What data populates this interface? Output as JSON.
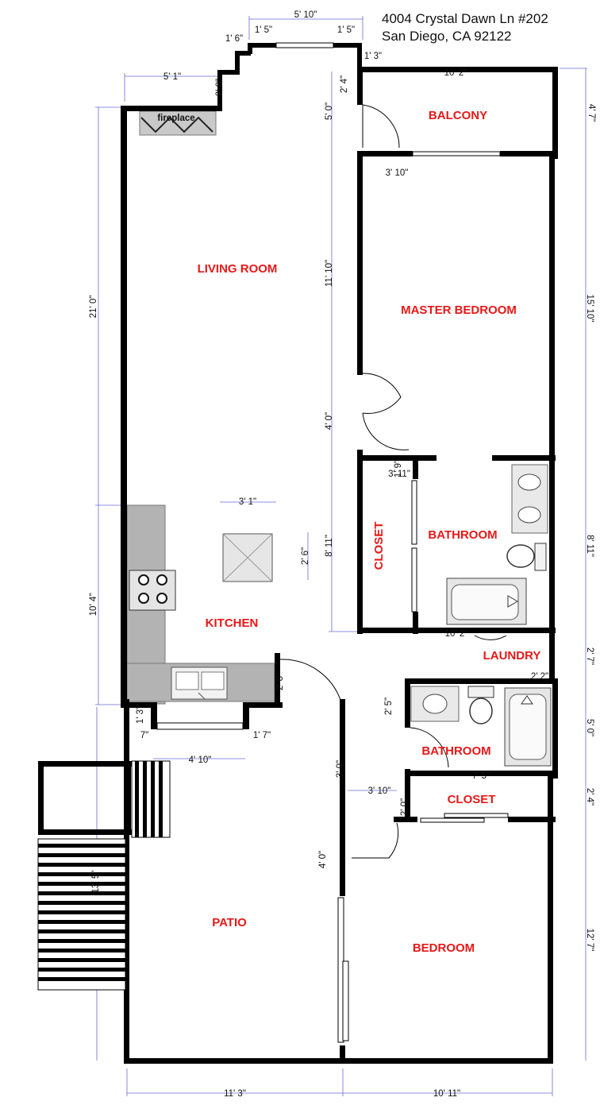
{
  "address": {
    "line1": "4004 Crystal Dawn Ln #202",
    "line2": "San Diego, CA 92122"
  },
  "rooms": {
    "living_room": "LIVING ROOM",
    "balcony": "BALCONY",
    "master_bedroom": "MASTER BEDROOM",
    "kitchen": "KITCHEN",
    "closet_vertical": "CLOSET",
    "master_bathroom": "BATHROOM",
    "laundry": "LAUNDRY",
    "bathroom": "BATHROOM",
    "closet": "CLOSET",
    "patio": "PATIO",
    "bedroom": "BEDROOM"
  },
  "fixtures": {
    "fireplace": "fireplace"
  },
  "dimensions": {
    "top_width": "5' 10\"",
    "top_left_step": "1' 5\"",
    "top_right_step": "1' 5\"",
    "step_1_6": "1' 6\"",
    "step_1_3": "1' 3\"",
    "living_top": "5' 1\"",
    "step_2_0": "2' 0\"",
    "balcony_door": "2' 4\"",
    "balcony_side": "5' 0\"",
    "balcony_width": "10' 2\"",
    "balcony_right": "4' 7\"",
    "master_door": "3' 10\"",
    "master_left": "11' 10\"",
    "master_right": "15' 10\"",
    "living_left": "21' 0\"",
    "hall_door": "4' 0\"",
    "closet_door": "3' 11\"",
    "closet_depth": "1' 9\"",
    "bath_left": "8' 11\"",
    "bath_right": "8' 11\"",
    "island_width": "3' 1\"",
    "island_depth": "2' 6\"",
    "kitchen_left": "10' 4\"",
    "bath_bottom": "10' 2\"",
    "laundry_right": "2' 7\"",
    "laundry_small": "2' 2\"",
    "kitchen_door": "2' 8\"",
    "window_left": "7\"",
    "window_right": "1' 7\"",
    "window_width": "4' 10\"",
    "window_small": "1' 3\"",
    "bath2_vanity": "2' 5\"",
    "bath2_right": "5' 0\"",
    "bath2_bottom": "7' 5\"",
    "hall_width": "3' 10\"",
    "hall_side": "3' 0\"",
    "closet2_right": "2' 4\"",
    "closet2_left": "2' 0\"",
    "bedroom_door": "4' 0\"",
    "patio_left": "13' 5\"",
    "bedroom_right": "12' 7\"",
    "patio_width": "11' 3\"",
    "bedroom_width": "10' 11\""
  }
}
